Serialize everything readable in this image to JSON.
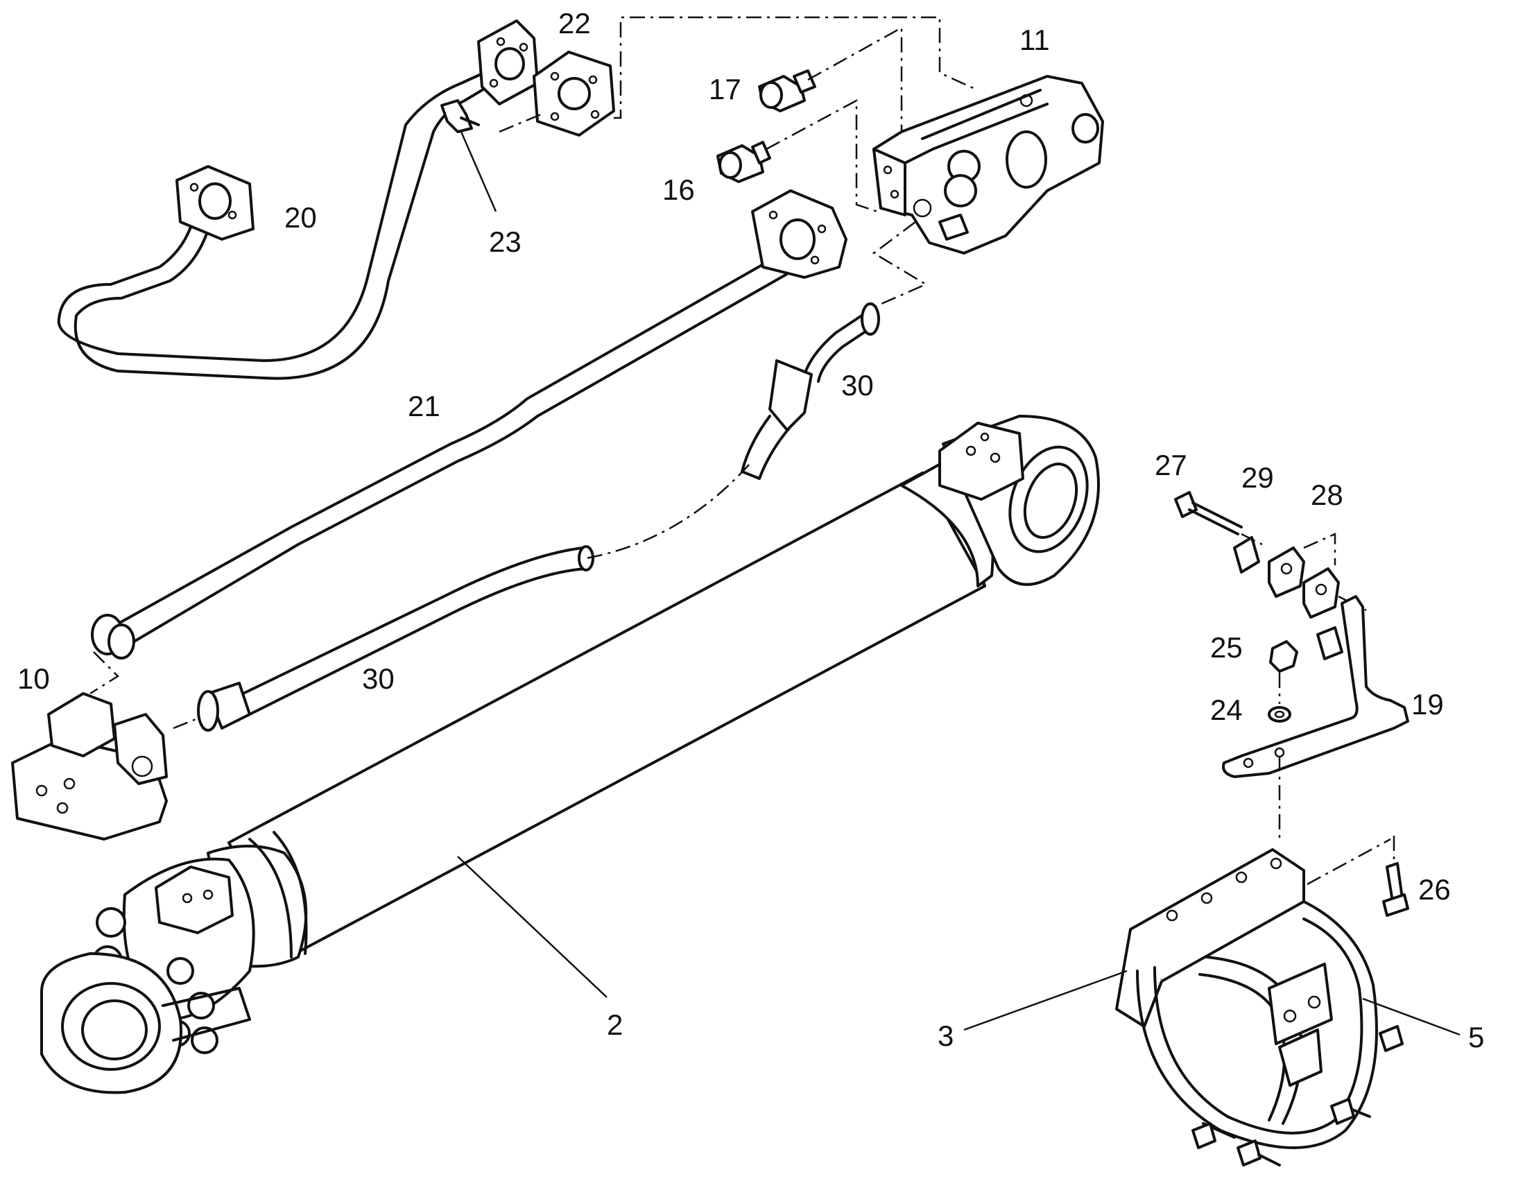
{
  "diagram": {
    "callouts": {
      "c2": "2",
      "c3": "3",
      "c5": "5",
      "c10": "10",
      "c11": "11",
      "c16": "16",
      "c17": "17",
      "c19": "19",
      "c20": "20",
      "c21": "21",
      "c22": "22",
      "c23": "23",
      "c24": "24",
      "c25": "25",
      "c26": "26",
      "c27": "27",
      "c28": "28",
      "c29": "29",
      "c30a": "30",
      "c30b": "30"
    }
  }
}
